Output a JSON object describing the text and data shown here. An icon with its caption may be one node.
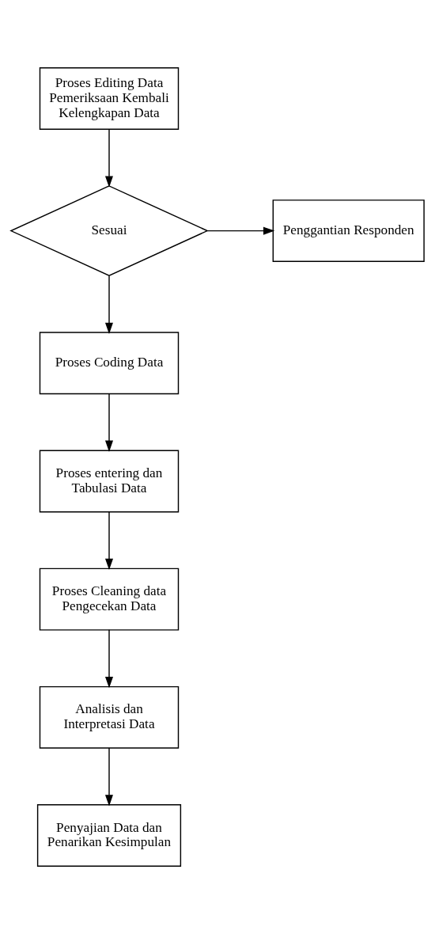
{
  "diagram": {
    "nodes": [
      {
        "text": [
          "Proses Editing Data Pemeriksaan Kembali Kelengkapan Data"
        ]
      },
      {
        "text": [
          "Sesuai"
        ]
      },
      {
        "text": [
          "Penggantian Responden"
        ]
      },
      {
        "text": [
          "Proses Coding Data"
        ]
      },
      {
        "text": [
          "Proses entering dan Tabulasi Data"
        ]
      },
      {
        "text": [
          "Proses Cleaning data Pengecekan Data"
        ]
      },
      {
        "text": [
          "Analisis dan Interpretasi Data"
        ]
      },
      {
        "text": [
          "Penyajian Data dan Penarikan Kesimpulan"
        ]
      }
    ],
    "edges": [
      {
        "from": 0,
        "to": 1,
        "arrow": "to"
      },
      {
        "from": 1,
        "to": 2,
        "arrow": "to"
      },
      {
        "from": 1,
        "to": 3,
        "arrow": "to"
      },
      {
        "from": 3,
        "to": 4,
        "arrow": "to"
      },
      {
        "from": 4,
        "to": 5,
        "arrow": "to"
      },
      {
        "from": 5,
        "to": 6,
        "arrow": "to"
      },
      {
        "from": 6,
        "to": 7,
        "arrow": "to"
      }
    ]
  }
}
